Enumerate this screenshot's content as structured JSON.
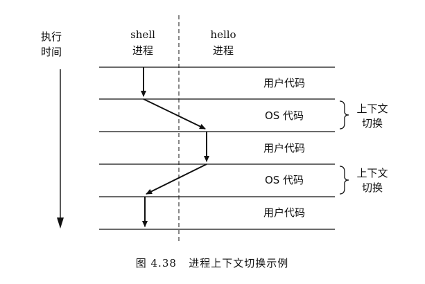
{
  "time_axis": {
    "label_line1": "执行",
    "label_line2": "时间"
  },
  "processes": {
    "shell": {
      "name": "shell",
      "sub": "进程"
    },
    "hello": {
      "name": "hello",
      "sub": "进程"
    }
  },
  "bands": [
    {
      "label": "用户代码"
    },
    {
      "label": "OS 代码"
    },
    {
      "label": "用户代码"
    },
    {
      "label": "OS 代码"
    },
    {
      "label": "用户代码"
    }
  ],
  "context_switches": [
    {
      "line1": "上下文",
      "line2": "切换"
    },
    {
      "line1": "上下文",
      "line2": "切换"
    }
  ],
  "caption": "图 4.38   进程上下文切换示例"
}
